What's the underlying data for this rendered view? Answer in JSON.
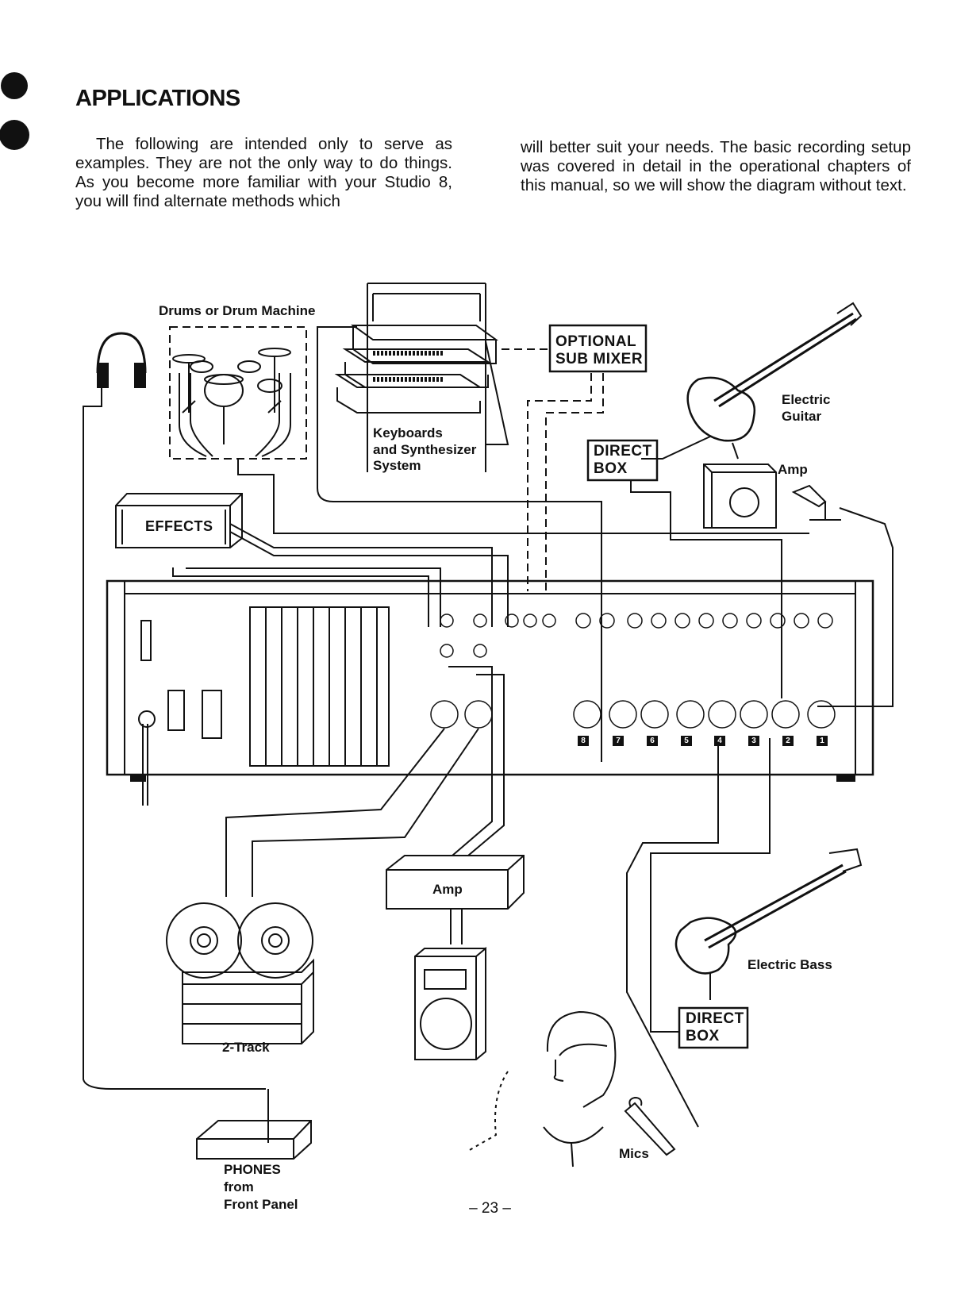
{
  "page": {
    "heading": "APPLICATIONS",
    "intro_left": "The following are intended only to serve as examples. They are not the only way to do things. As you become more familiar with your Studio 8, you will find alternate methods which",
    "intro_right": "will better suit your needs. The basic recording setup was covered in detail in the operational chapters of this manual, so we will show the diagram without text.",
    "page_number": "– 23 –"
  },
  "diagram": {
    "drums": "Drums or Drum Machine",
    "keyboards": [
      "Keyboards",
      "and Synthesizer",
      "System"
    ],
    "sub_mixer": [
      "OPTIONAL",
      "SUB MIXER"
    ],
    "electric_guitar": [
      "Electric",
      "Guitar"
    ],
    "direct_box_top": [
      "DIRECT",
      "BOX"
    ],
    "amp_guitar": "Amp",
    "effects": "EFFECTS",
    "amp_main": "Amp",
    "two_track": "2-Track",
    "electric_bass": "Electric Bass",
    "direct_box_bottom": [
      "DIRECT",
      "BOX"
    ],
    "mics": "Mics",
    "phones": [
      "PHONES",
      "from",
      "Front Panel"
    ],
    "channel_numbers": [
      "8",
      "7",
      "6",
      "5",
      "4",
      "3",
      "2",
      "1"
    ]
  },
  "colors": {
    "ink": "#111111",
    "paper": "#ffffff"
  }
}
